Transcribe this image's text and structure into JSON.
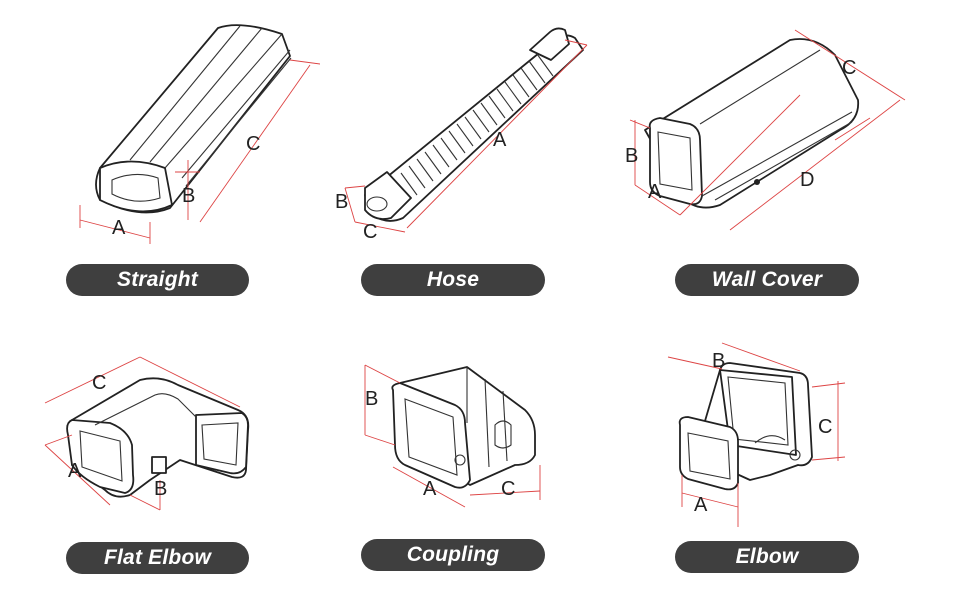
{
  "products": [
    {
      "name": "Straight",
      "dims": [
        "A",
        "B",
        "C"
      ]
    },
    {
      "name": "Hose",
      "dims": [
        "A",
        "B",
        "C"
      ]
    },
    {
      "name": "Wall Cover",
      "dims": [
        "A",
        "B",
        "C",
        "D"
      ]
    },
    {
      "name": "Flat Elbow",
      "dims": [
        "A",
        "B",
        "C"
      ]
    },
    {
      "name": "Coupling",
      "dims": [
        "A",
        "B",
        "C"
      ]
    },
    {
      "name": "Elbow",
      "dims": [
        "A",
        "B",
        "C"
      ]
    }
  ],
  "colors": {
    "label_bg": "#3f3f3f",
    "label_text": "#ffffff",
    "dimension_line": "#dd4444",
    "outline": "#222222"
  }
}
